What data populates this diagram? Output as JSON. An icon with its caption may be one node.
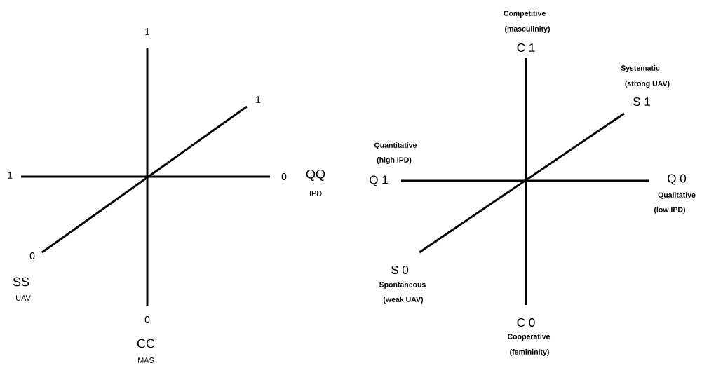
{
  "diagram": {
    "labels": [
      "1",
      "1",
      "1",
      "0",
      "QQ",
      "IPD",
      "0",
      "SS",
      "UAV",
      "0",
      "CC",
      "MAS",
      "Competitive",
      "(masculinity)",
      "C 1",
      "Systematic",
      "(strong UAV)",
      "S 1",
      "Quantitative",
      "(high IPD)",
      "Q 1",
      "Q 0",
      "Qualitative",
      "(low IPD)",
      "S 0",
      "Spontaneous",
      "(weak UAV)",
      "C 0",
      "Cooperative",
      "(femininity)"
    ]
  }
}
